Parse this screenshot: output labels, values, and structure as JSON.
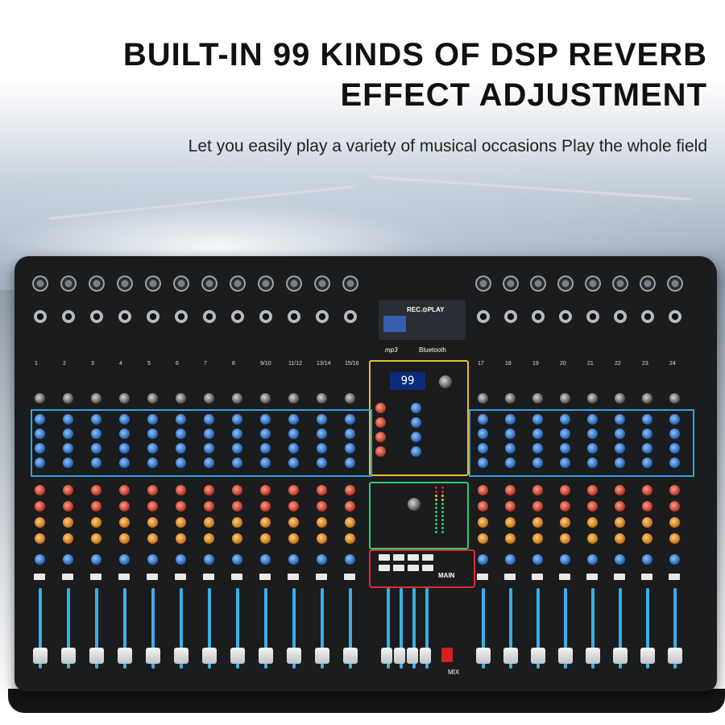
{
  "headline": {
    "line1": "BUILT-IN 99 KINDS OF DSP REVERB",
    "line2": "EFFECT ADJUSTMENT",
    "subtitle": "Let you easily play a variety of musical occasions Play the whole field"
  },
  "mixer": {
    "left_channels": [
      "1",
      "2",
      "3",
      "4",
      "5",
      "6",
      "7",
      "8",
      "9/10",
      "11/12",
      "13/14",
      "15/16"
    ],
    "right_channels": [
      "17",
      "18",
      "19",
      "20",
      "21",
      "22",
      "23",
      "24"
    ],
    "dsp_display": "99",
    "player_label": "REC.⊙PLAY",
    "bluetooth_label": "Bluetooth",
    "mp3_label": "mp3",
    "main_label": "MAIN",
    "mix_label": "MIX"
  },
  "colors": {
    "accent_blue": "#2ea3e6",
    "dsp_yellow": "#e6c02e",
    "aux_green": "#2ecc71",
    "main_red": "#e02b2b"
  }
}
